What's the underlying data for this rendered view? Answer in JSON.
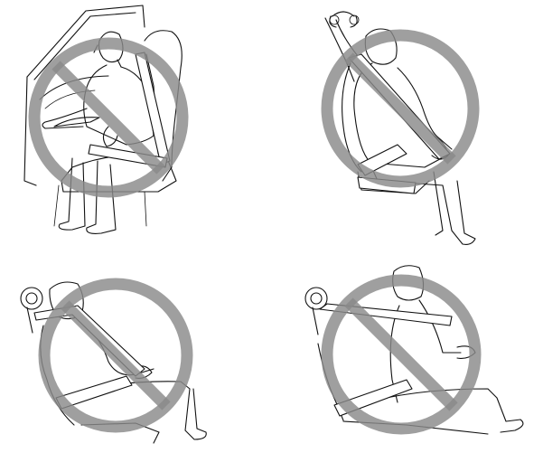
{
  "colors": {
    "prohibition": "#8a8a8a",
    "line": "#111111",
    "background": "#ffffff"
  },
  "panels": [
    {
      "id": "belt-under-arm-in-car",
      "icon": "prohibition-sign-icon"
    },
    {
      "id": "belt-behind-raised-arm",
      "icon": "prohibition-sign-icon"
    },
    {
      "id": "belt-too-high-over-neck",
      "icon": "prohibition-sign-icon"
    },
    {
      "id": "belt-too-loose",
      "icon": "prohibition-sign-icon"
    }
  ]
}
